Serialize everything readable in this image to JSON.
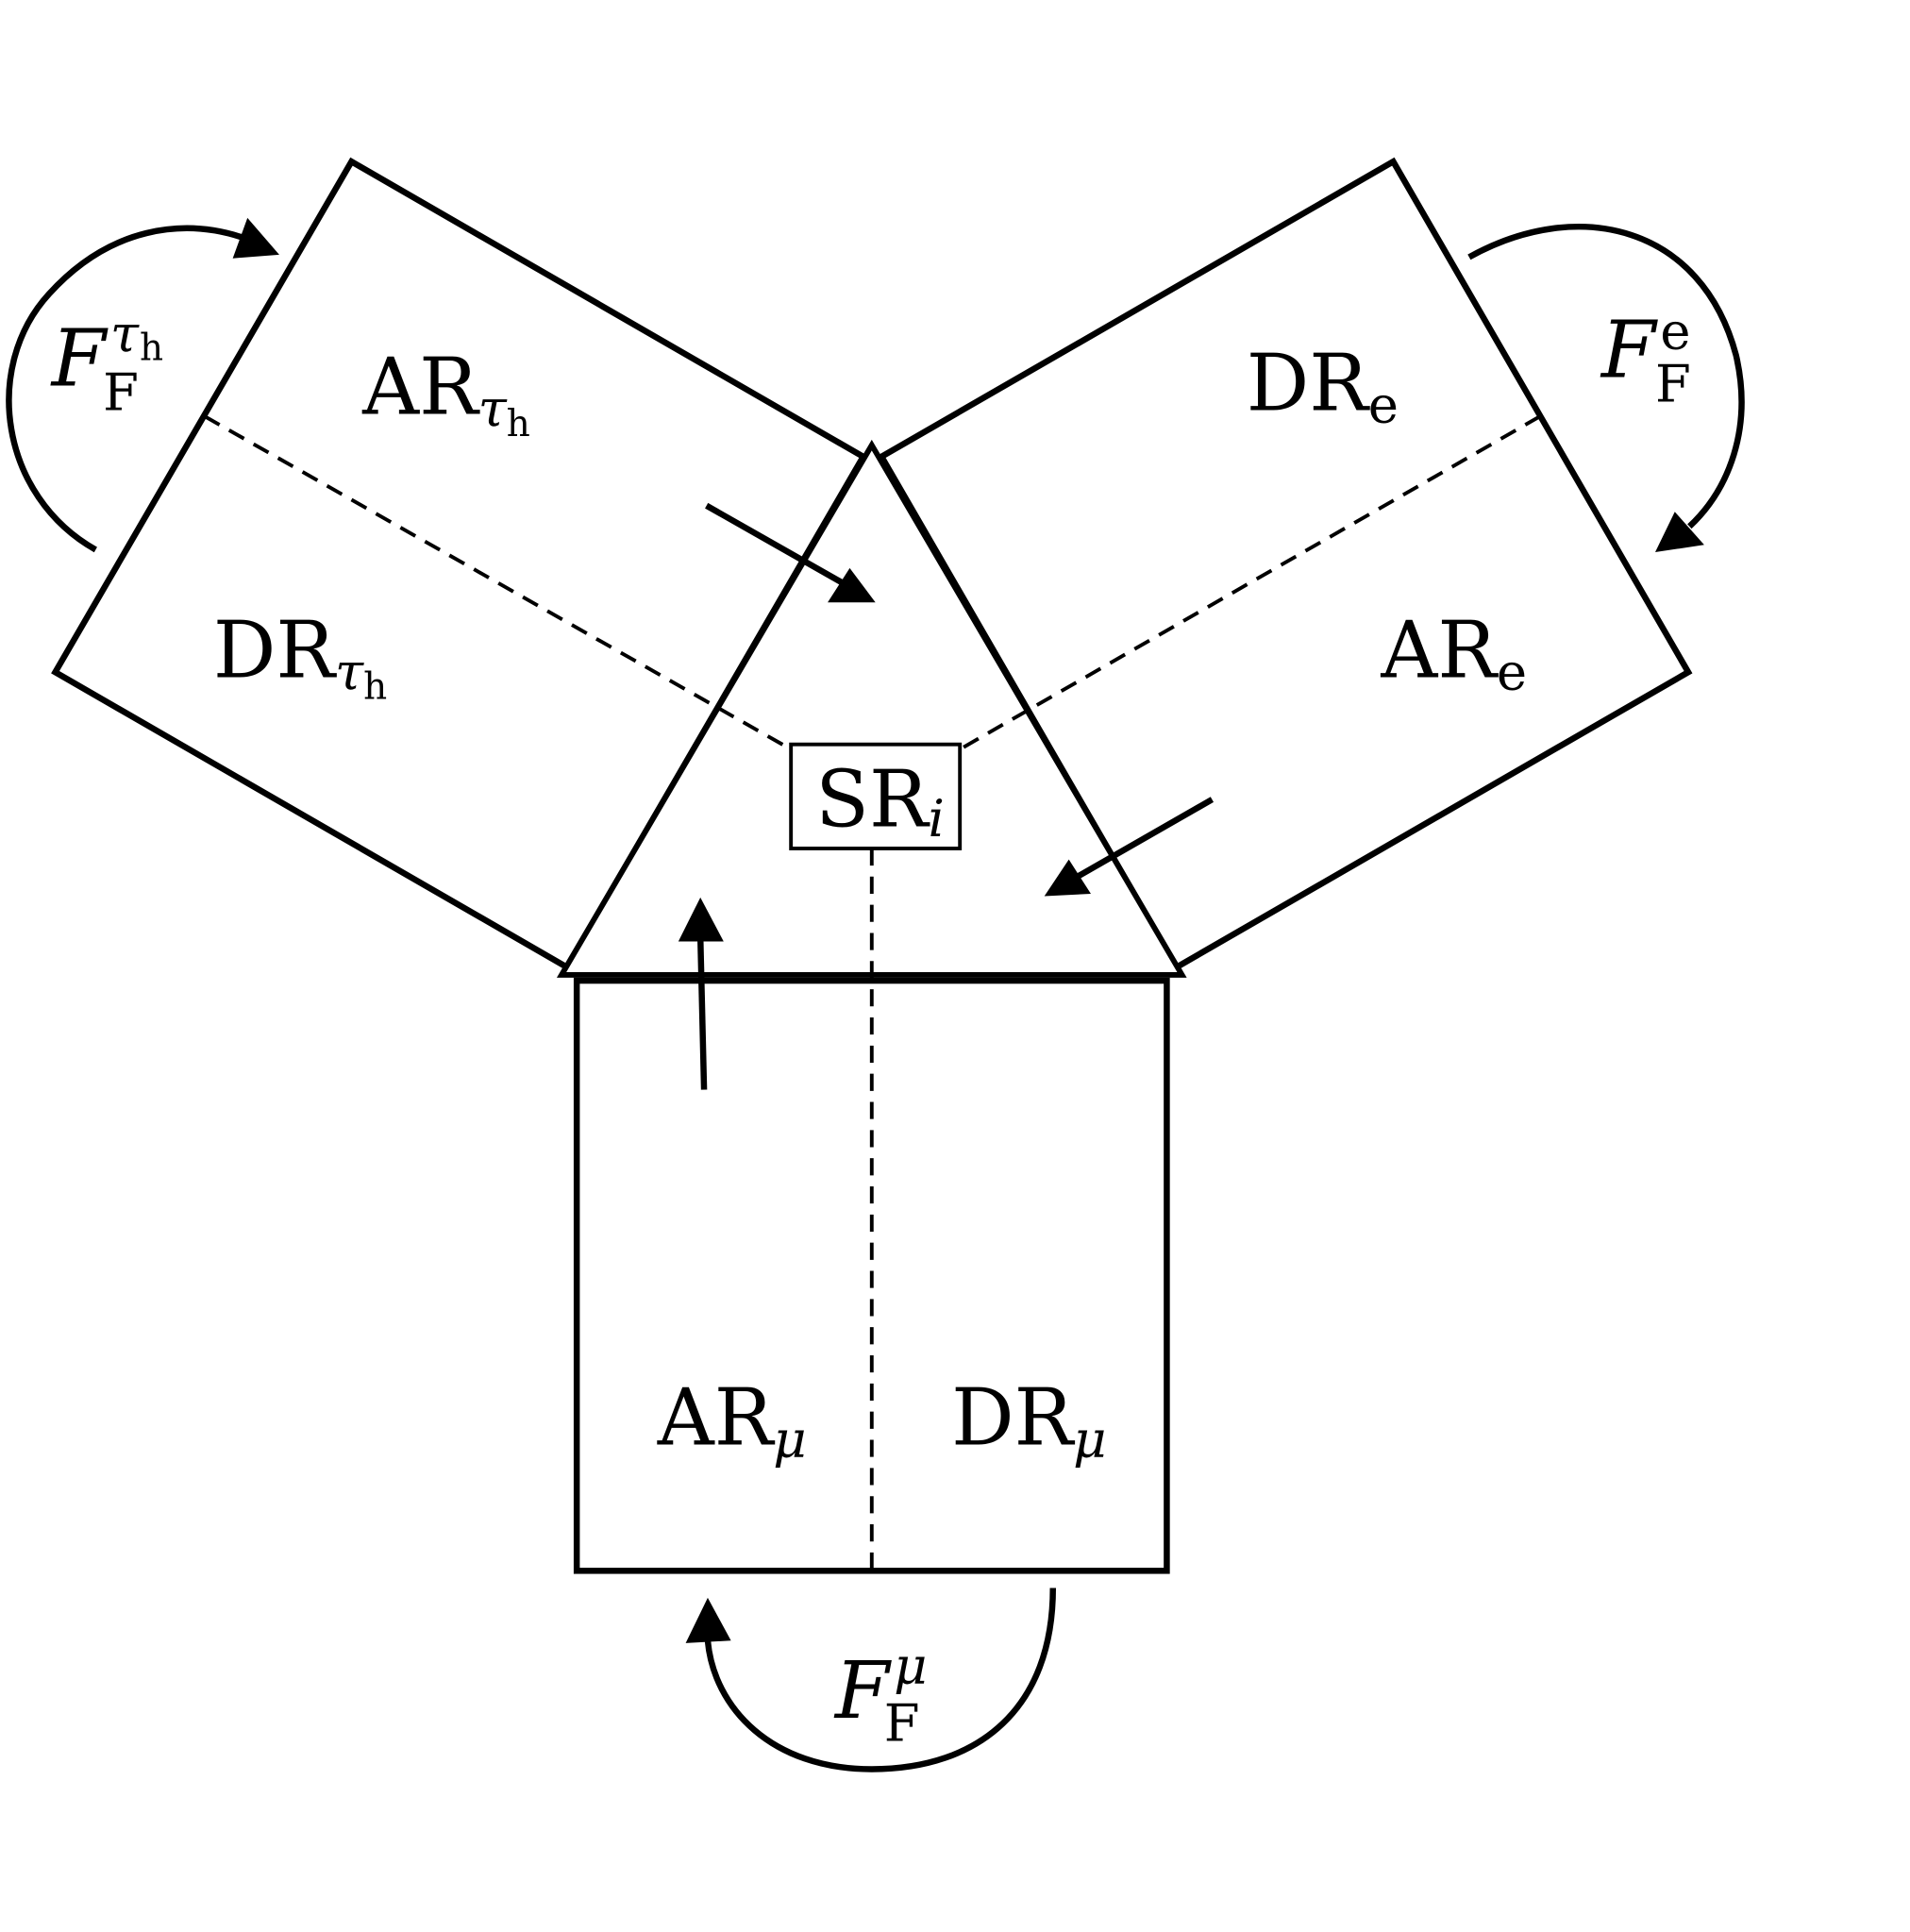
{
  "diagram": {
    "center_label": {
      "main": "SR",
      "sub": "i"
    },
    "regions": [
      {
        "id": "ar-tau",
        "main": "AR",
        "sub": "τ",
        "subsub": "h"
      },
      {
        "id": "dr-tau",
        "main": "DR",
        "sub": "τ",
        "subsub": "h"
      },
      {
        "id": "dr-e",
        "main": "DR",
        "sub": "e"
      },
      {
        "id": "ar-e",
        "main": "AR",
        "sub": "e"
      },
      {
        "id": "ar-mu",
        "main": "AR",
        "sub": "μ"
      },
      {
        "id": "dr-mu",
        "main": "DR",
        "sub": "μ"
      }
    ],
    "flows": [
      {
        "id": "f-tau",
        "main": "F",
        "sub": "F",
        "sup": "τ",
        "supsub": "h"
      },
      {
        "id": "f-e",
        "main": "F",
        "sub": "F",
        "sup": "e"
      },
      {
        "id": "f-mu",
        "main": "F",
        "sub": "F",
        "sup": "μ"
      }
    ]
  }
}
